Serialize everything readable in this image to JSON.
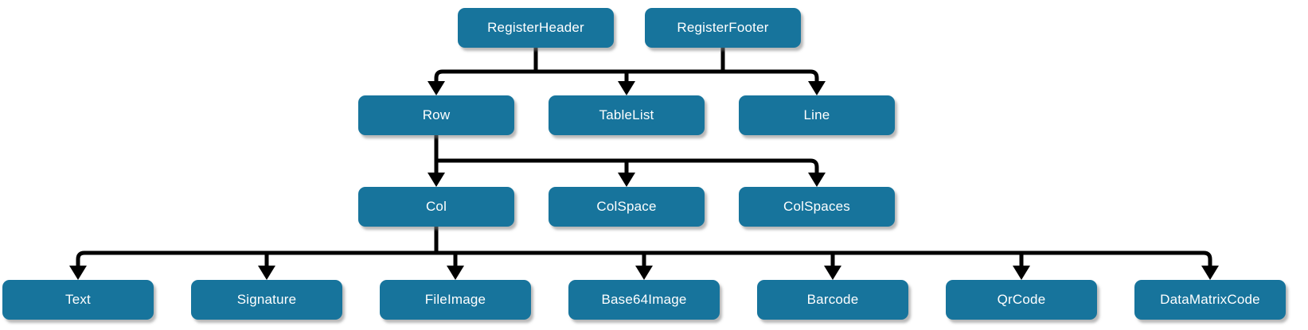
{
  "diagram": {
    "type": "flowchart",
    "direction": "top-down",
    "colors": {
      "node_fill": "#17749C",
      "node_text": "#FFFFFF",
      "edge": "#000000",
      "background": "#FFFFFF"
    },
    "nodes": [
      {
        "id": "register-header",
        "label": "RegisterHeader"
      },
      {
        "id": "register-footer",
        "label": "RegisterFooter"
      },
      {
        "id": "row",
        "label": "Row"
      },
      {
        "id": "table-list",
        "label": "TableList"
      },
      {
        "id": "line",
        "label": "Line"
      },
      {
        "id": "col",
        "label": "Col"
      },
      {
        "id": "col-space",
        "label": "ColSpace"
      },
      {
        "id": "col-spaces",
        "label": "ColSpaces"
      },
      {
        "id": "text",
        "label": "Text"
      },
      {
        "id": "signature",
        "label": "Signature"
      },
      {
        "id": "file-image",
        "label": "FileImage"
      },
      {
        "id": "base64-image",
        "label": "Base64Image"
      },
      {
        "id": "barcode",
        "label": "Barcode"
      },
      {
        "id": "qr-code",
        "label": "QrCode"
      },
      {
        "id": "data-matrix-code",
        "label": "DataMatrixCode"
      }
    ],
    "edges": [
      {
        "from": "RegisterHeader",
        "to": [
          "Row",
          "TableList",
          "Line"
        ]
      },
      {
        "from": "RegisterFooter",
        "to": [
          "Row",
          "TableList",
          "Line"
        ]
      },
      {
        "from": "Row",
        "to": [
          "Col",
          "ColSpace",
          "ColSpaces"
        ]
      },
      {
        "from": "Col",
        "to": [
          "Text",
          "Signature",
          "FileImage",
          "Base64Image",
          "Barcode",
          "QrCode",
          "DataMatrixCode"
        ]
      }
    ]
  }
}
